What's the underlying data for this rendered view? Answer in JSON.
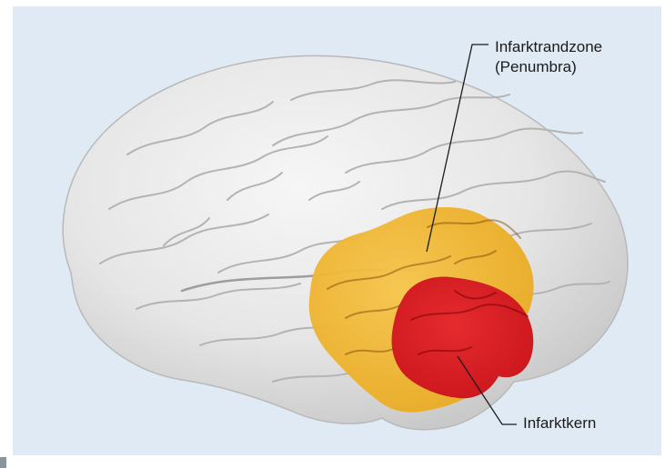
{
  "labels": {
    "penumbra_line1": "Infarktrandzone",
    "penumbra_line2": "(Penumbra)",
    "core": "Infarktkern"
  },
  "colors": {
    "background": "#dfeaf4",
    "brain": "#e8e8e8",
    "penumbra": "#f1b62d",
    "core": "#d91f26",
    "leader": "#1b1b1b"
  }
}
